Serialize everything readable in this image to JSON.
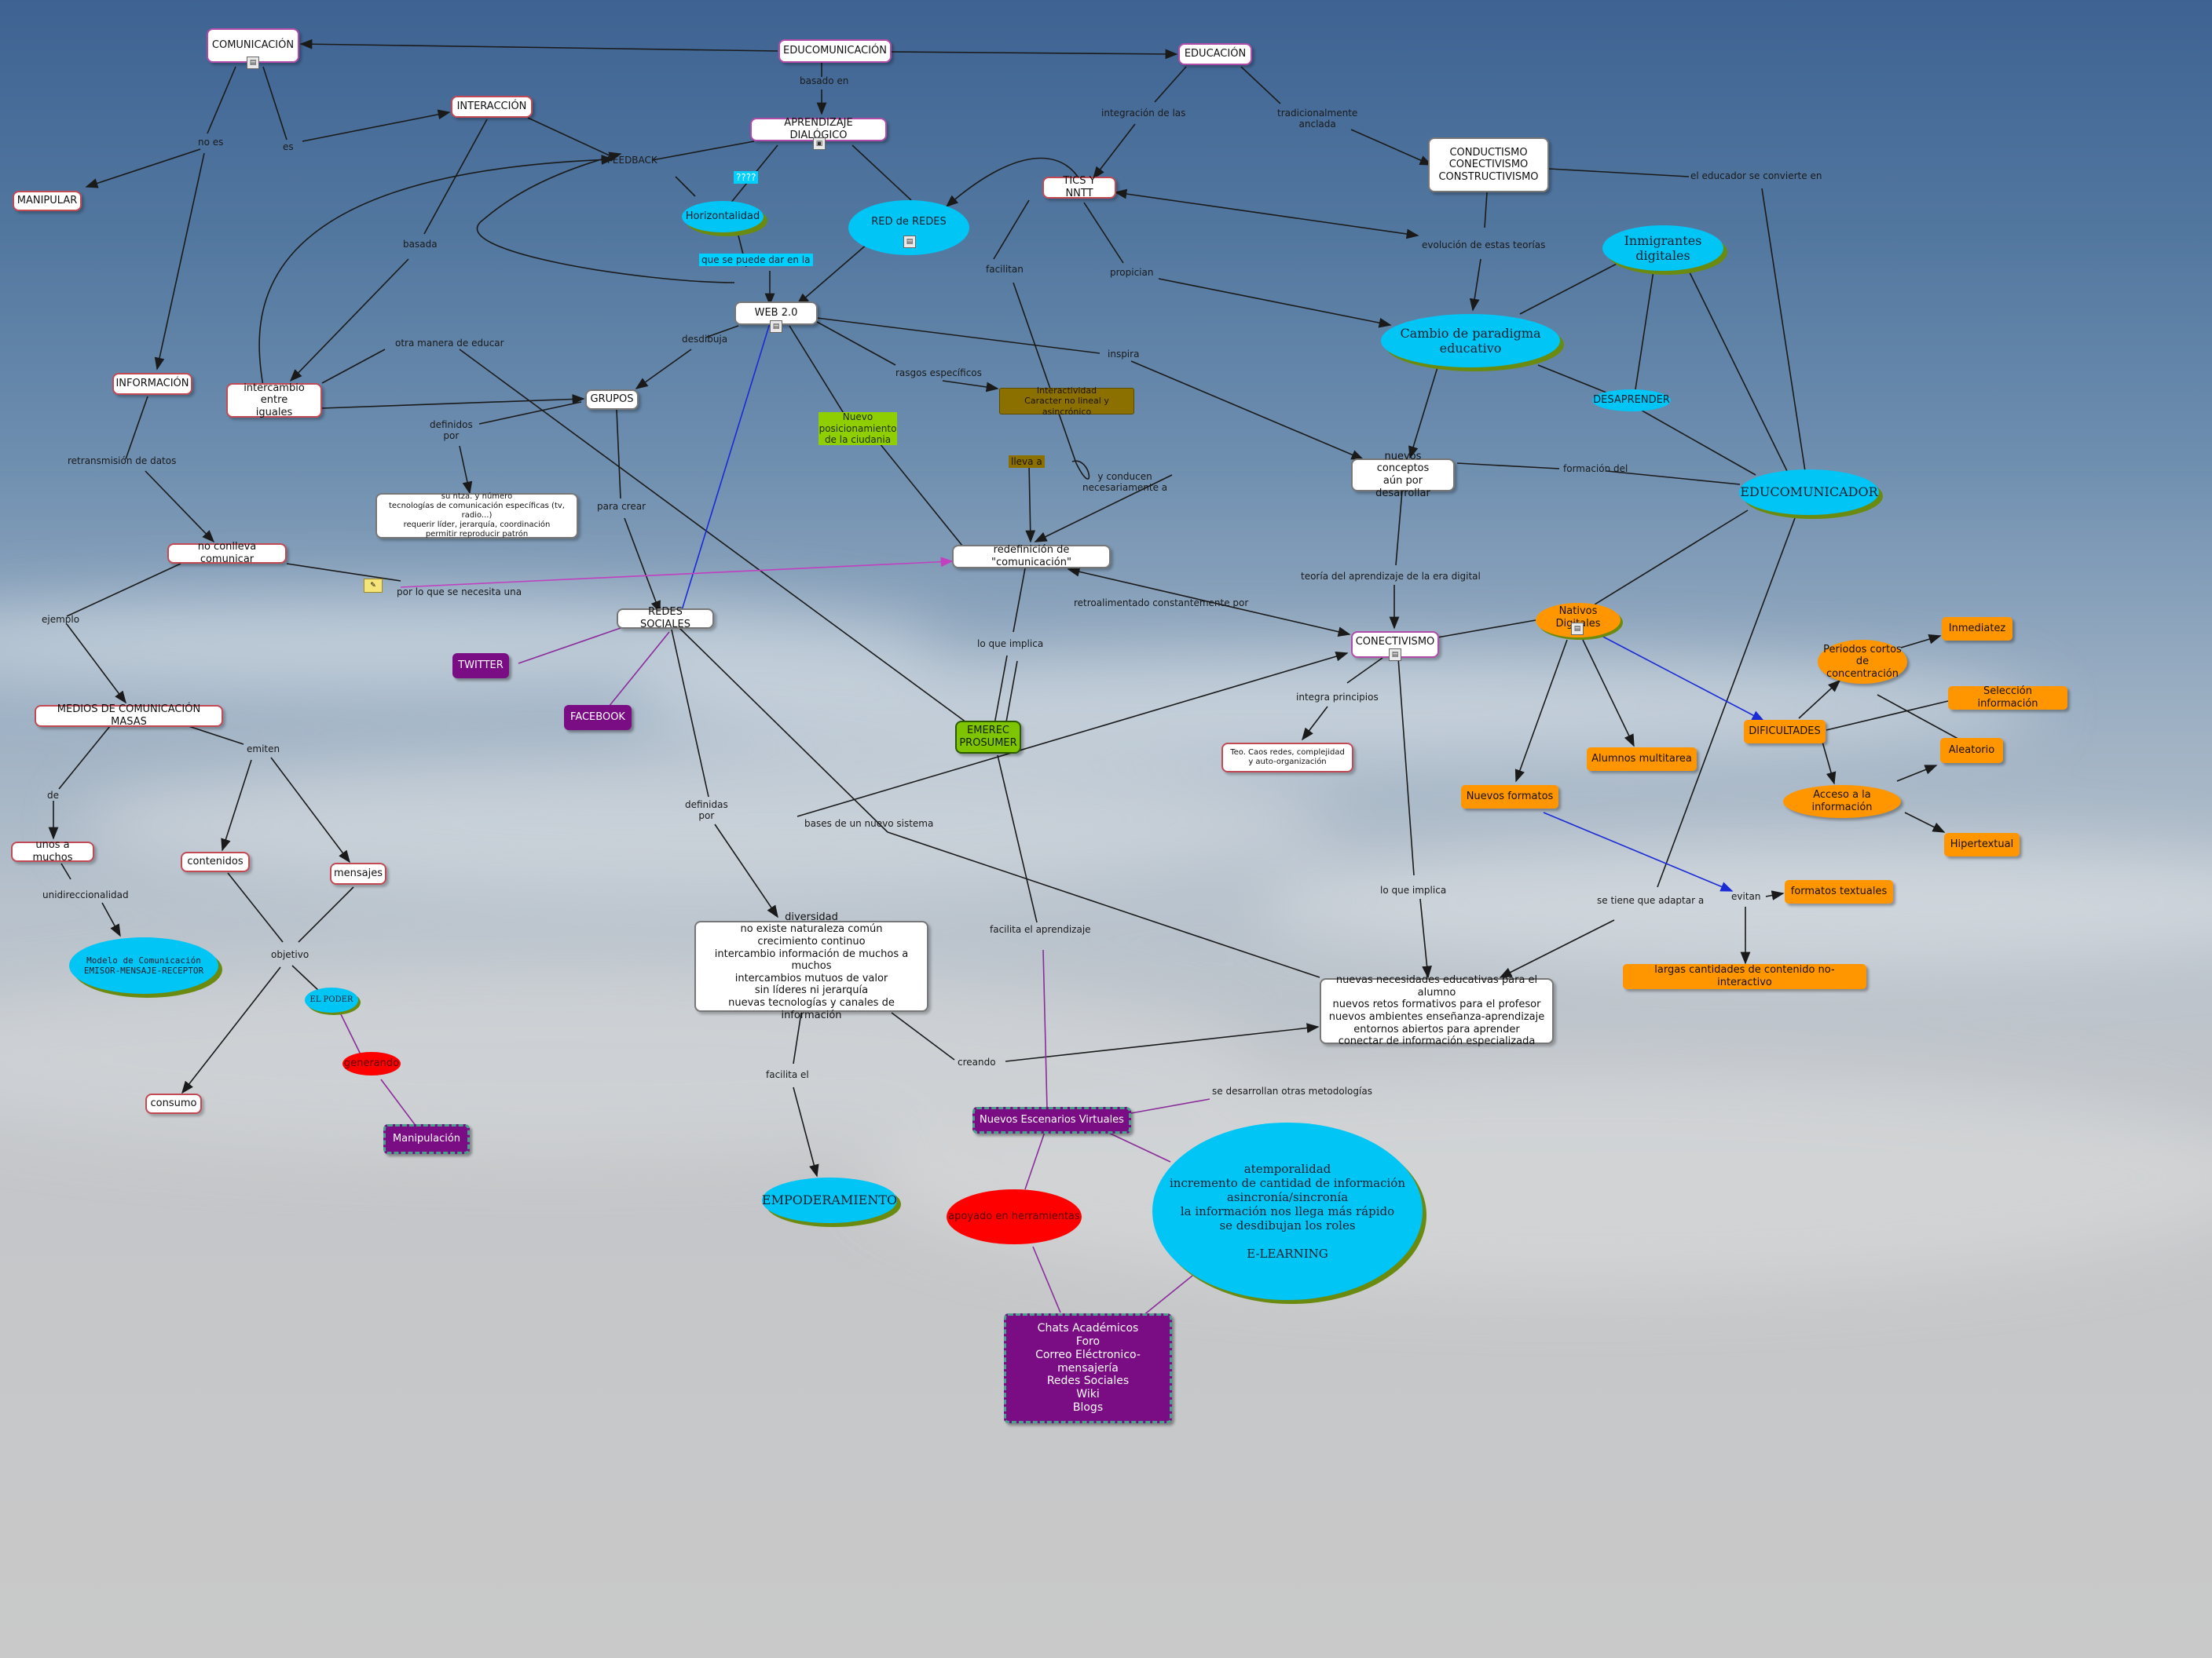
{
  "nodes": {
    "comunicacion": "COMUNICACIÓN",
    "educomunicacion": "EDUCOMUNICACIÓN",
    "educacion": "EDUCACIÓN",
    "interaccion": "INTERACCIÓN",
    "aprendizaje_dialogico": "APRENDIZAJE DIALÓGICO",
    "manipular": "MANIPULAR",
    "horizontalidad": "Horizontalidad",
    "red_de_redes": "RED de REDES",
    "tics": "TICS Y NNTT",
    "teorias": "CONDUCTISMO\nCONECTIVISMO\nCONSTRUCTIVISMO",
    "inmigrantes": "Inmigrantes digitales",
    "web20": "WEB 2.0",
    "informacion": "INFORMACIÓN",
    "intercambio": "intercambio entre\niguales",
    "grupos": "GRUPOS",
    "cambio_paradigma": "Cambio de paradigma educativo",
    "desaprender": "DESAPRENDER",
    "nuevo_posicionamiento": "Nuevo\nposicionamiento\nde la ciudania",
    "interactividad": "Interactividad\nCaracter no lineal y asincrónico",
    "nuevos_conceptos": "nuevos conceptos\naún por desarrollar",
    "educomunicador": "EDUCOMUNICADOR",
    "definicion_grupos": "su ntza. y número\ntecnologías de comunicación específicas (tv, radio...)\nrequerir líder, jerarquía, coordinación\npermitir reproducir patrón",
    "no_conlleva": "no conlleva comunicar",
    "redefinicion": "redefinición de \"comunicación\"",
    "redes_sociales": "REDES SOCIALES",
    "conectivismo": "CONECTIVISMO",
    "nativos": "Nativos Digitales",
    "inmediatez": "Inmediatez",
    "periodos": "Periodos cortos\nde concentración",
    "seleccion": "Selección información",
    "twitter": "TWITTER",
    "medios_masas": "MEDIOS DE COMUNICACIÓN MASAS",
    "facebook": "FACEBOOK",
    "emerec": "EMEREC\nPROSUMER",
    "dificultades": "DIFICULTADES",
    "teo_caos": "Teo. Caos redes, complejidad\ny auto-organización",
    "alumnos_multitarea": "Alumnos multitarea",
    "aleatorio": "Aleatorio",
    "nuevos_formatos": "Nuevos formatos",
    "acceso_info": "Acceso a la información",
    "unos_a_muchos": "unos a muchos",
    "contenidos": "contenidos",
    "hipertextual": "Hipertextual",
    "mensajes": "mensajes",
    "formatos_textuales": "formatos textuales",
    "modelo": "Modelo de Comunicación\nEMISOR-MENSAJE-RECEPTOR",
    "diversidad": "diversidad\nno existe naturaleza común\ncrecimiento continuo\nintercambio información de muchos a muchos\nintercambios mutuos de valor\nsin líderes ni jerarquía\nnuevas tecnologías y canales de información",
    "largas_cantidades": "largas cantidades de contenido no-interactivo",
    "nuevas_necesidades": "nuevas necesidades educativas para el alumno\nnuevos retos formativos para el profesor\nnuevos ambientes enseñanza-aprendizaje\nentornos abiertos para aprender\nconectar de información especializada",
    "el_poder": "EL PODER",
    "generando": "generando",
    "consumo": "consumo",
    "nuevos_escenarios": "Nuevos Escenarios Virtuales",
    "manipulacion": "Manipulación",
    "atemporalidad": "atemporalidad\nincremento de cantidad de información\nasincronía/sincronía\nla información nos llega más rápido\nse desdibujan los roles\n\nE-LEARNING",
    "empoderamiento": "EMPODERAMIENTO",
    "apoyado": "apoyado en herramientas",
    "herramientas": "Chats Académicos\nForo\nCorreo Eléctronico-mensajería\nRedes Sociales\nWiki\nBlogs"
  },
  "labels": {
    "basado_en": "basado en",
    "no_es": "no es",
    "es": "es",
    "integracion": "integración de las",
    "tradicionalmente": "tradicionalmente\nanclada",
    "feedback": "FEEDBACK",
    "signos": "????",
    "el_educador": "el educador se convierte en",
    "que_se_puede": "que se puede dar en la",
    "facilitan": "facilitan",
    "propician": "propician",
    "evolucion": "evolución de estas teorías",
    "basada": "basada",
    "otra_manera": "otra manera de educar",
    "desdibuja": "desdibuja",
    "inspira": "inspira",
    "rasgos": "rasgos específicos",
    "definidos_por": "definidos\npor",
    "retransmision": "retransmisión de datos",
    "lleva_a": "lleva a",
    "y_conducen": "y conducen\nnecesariamente a",
    "formacion_del": "formación del",
    "para_crear": "para crear",
    "por_lo_que": "por lo que se necesita una",
    "teoria_aprendizaje": "teoría del aprendizaje de la era digital",
    "retroalimentado": "retroalimentado constantemente por",
    "ejemplo": "ejemplo",
    "lo_que_implica_1": "lo que implica",
    "integra_principios": "integra principios",
    "emiten": "emiten",
    "de": "de",
    "definidas_por": "definidas\npor",
    "bases": "bases de un nuevo sistema",
    "lo_que_implica_2": "lo que implica",
    "se_tiene": "se tiene que adaptar a",
    "evitan": "evitan",
    "unidireccionalidad": "unidireccionalidad",
    "facilita_aprendizaje": "facilita el aprendizaje",
    "objetivo": "objetivo",
    "creando": "creando",
    "facilita_el": "facilita el",
    "se_desarrollan": "se desarrollan otras metodologías"
  },
  "colors": {
    "cyan": "#00c5f5",
    "orange": "#ff9600",
    "violet": "#7a0d84",
    "red": "#ff0000",
    "lime": "#8fce00",
    "olive": "#8b7000",
    "edge": "#1a1a1a",
    "blue_edge": "#1a2bd6",
    "magenta_edge": "#c040c0"
  },
  "icons": {
    "doc": "document-icon",
    "note": "note-icon"
  }
}
